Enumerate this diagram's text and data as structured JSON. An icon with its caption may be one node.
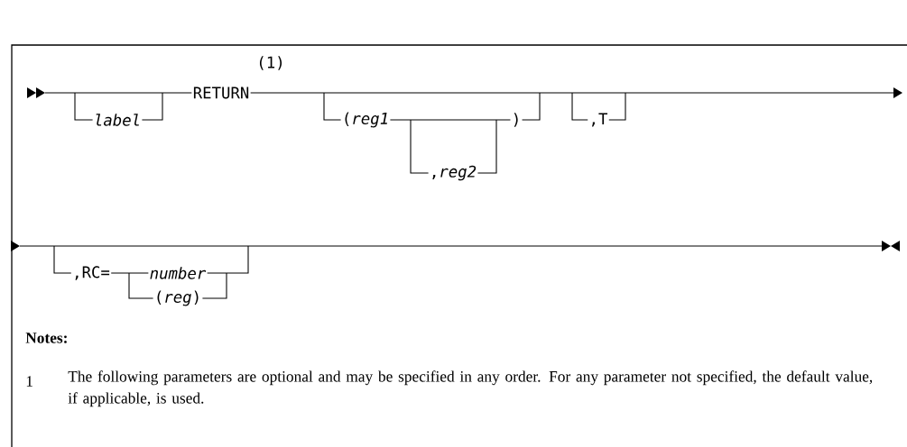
{
  "diagram": {
    "labels": [
      "(1)",
      "label",
      "RETURN",
      "(*reg1*",
      ",*reg2*",
      ")",
      ",T",
      ",RC=",
      "number",
      "(*reg*)",
      "Notes:",
      "1",
      "The following parameters are optional and may be specified in any order. For any parameter not specified, the default value, if applicable, is used."
    ]
  }
}
